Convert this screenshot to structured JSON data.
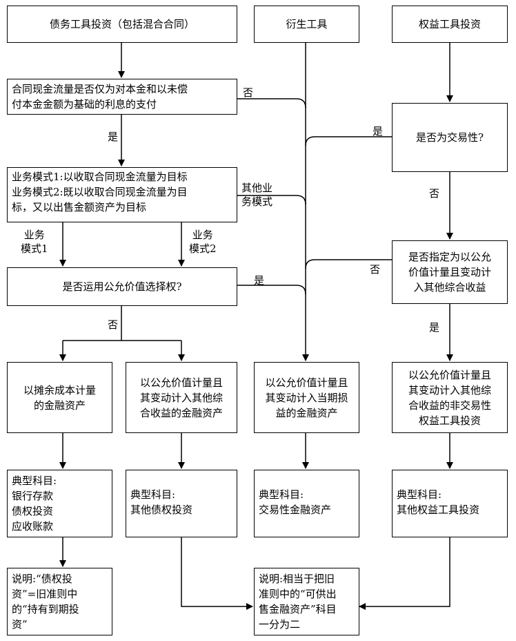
{
  "top": {
    "debt": "债务工具投资（包括混合合同）",
    "derivative": "衍生工具",
    "equity": "权益工具投资"
  },
  "questions": {
    "sppi": "合同现金流量是否仅为对本金和以未偿\n付本金金额为基础的利息的支付",
    "business_model": "业务模式1:以收取合同现金流量为目标\n业务模式2:既以收取合同现金流量为目\n标，又以出售金额资产为目标",
    "fv_option": "是否运用公允价值选择权?",
    "trading": "是否为交易性?",
    "designate_oci": "是否指定为以公允\n价值计量且变动计\n入其他综合收益"
  },
  "results": {
    "amortized_cost": "以摊余成本计量\n的金融资产",
    "fvoci_debt": "以公允价值计量且\n其变动计入其他综\n合收益的金融资产",
    "fvtpl": "以公允价值计量且\n其变动计入当期损\n益的金融资产",
    "fvoci_equity": "以公允价值计量且\n其变动计入其他综\n合收益的非交易性\n权益工具投资"
  },
  "accounts": {
    "amortized_cost": "典型科目:\n银行存款\n债权投资\n应收账款",
    "fvoci_debt": "典型科目:\n其他债权投资",
    "fvtpl": "典型科目:\n交易性金融资产",
    "fvoci_equity": "典型科目:\n其他权益工具投资"
  },
  "notes": {
    "left": "说明:“债权投\n资”=旧准则中\n的“持有到期投\n资”",
    "middle": "说明:相当于把旧\n准则中的“可供出\n售金融资产”科目\n一分为二"
  },
  "labels": {
    "no_sppi": "否",
    "yes_sppi": "是",
    "other_model": "其他业\n务模式",
    "model1": "业务\n模式1",
    "model2": "业务\n模式2",
    "yes_fvo": "是",
    "no_fvo": "否",
    "yes_trading": "是",
    "no_trading": "否",
    "no_designate": "否",
    "yes_designate": "是"
  }
}
